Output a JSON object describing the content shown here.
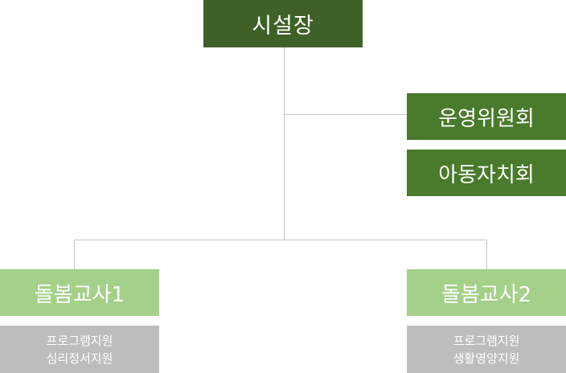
{
  "head": {
    "label": "시설장"
  },
  "committees": [
    {
      "label": "운영위원회"
    },
    {
      "label": "아동자치회"
    }
  ],
  "teachers": [
    {
      "label": "돌봄교사1",
      "roles": [
        "프로그램지원",
        "심리정서지원"
      ]
    },
    {
      "label": "돌봄교사2",
      "roles": [
        "프로그램지원",
        "생활영양지원"
      ]
    }
  ],
  "colors": {
    "head": "#3d6126",
    "committee": "#4a7a2c",
    "teacher": "#a5d08a",
    "role": "#bdbdbd",
    "connector": "#c8c8c8"
  }
}
